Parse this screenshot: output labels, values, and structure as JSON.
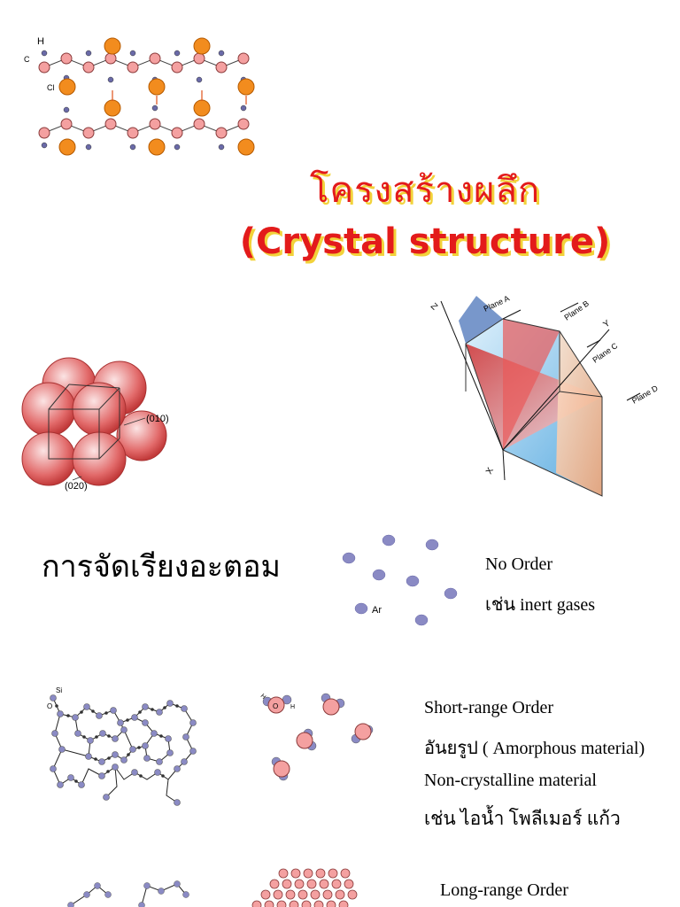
{
  "title": {
    "thai": "โครงสร้างผลึก",
    "english": "(Crystal structure)"
  },
  "polymer_figure": {
    "labels": [
      "H",
      "C",
      "Cl"
    ]
  },
  "sphere_figure": {
    "labels": [
      "(010)",
      "(020)"
    ]
  },
  "planes_figure": {
    "axes": [
      "Z",
      "Y",
      "X"
    ],
    "planes": [
      "Plane A",
      "Plane B",
      "Plane C",
      "Plane D"
    ]
  },
  "section_heading": "การจัดเรียงอะตอม",
  "no_order": {
    "atom_label": "Ar",
    "lines": [
      "No Order",
      "เช่น  inert gases"
    ]
  },
  "short_range": {
    "atom_labels": {
      "si": "Si",
      "o": "O",
      "h": "H",
      "o2": "O"
    },
    "lines": [
      "Short-range Order",
      "อันยรูป ( Amorphous material)",
      "Non-crystalline material",
      "เช่น ไอน้ำ โพลีเมอร์ แก้ว"
    ]
  },
  "long_range": {
    "lines": [
      "Long-range Order"
    ]
  },
  "colors": {
    "title": "#e31b1b",
    "title_shadow": "#f2d23a",
    "orange_atom": "#f28c1e",
    "pink_atom": "#f4a0a0",
    "blue_atom": "#8a8ac4"
  }
}
